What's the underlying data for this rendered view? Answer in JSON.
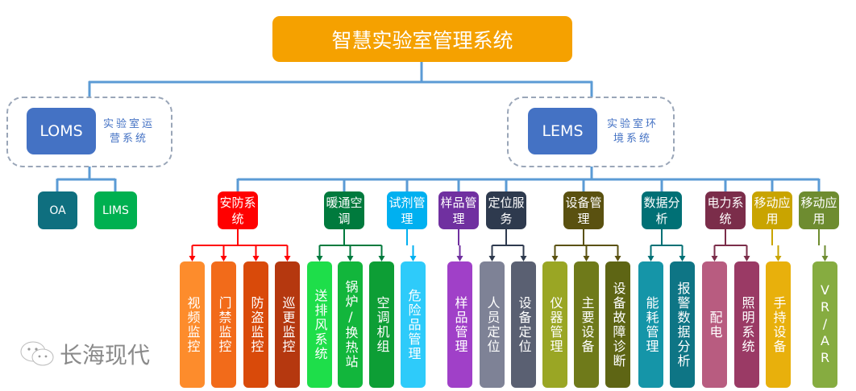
{
  "title": "智慧实验室管理系统",
  "loms": {
    "label": "LOMS",
    "desc": "实验室运营系统",
    "color": "#4472c4",
    "children": [
      {
        "label": "OA",
        "color": "#0f6f7f"
      },
      {
        "label": "LIMS",
        "color": "#00b050"
      }
    ]
  },
  "lems": {
    "label": "LEMS",
    "desc": "实验室环境系统",
    "color": "#4472c4",
    "categories": [
      {
        "label": "安防系统",
        "color": "#ff0000",
        "leaves": [
          {
            "label": "视频监控",
            "color": "#fd8c2c"
          },
          {
            "label": "门禁监控",
            "color": "#f26b1a"
          },
          {
            "label": "防盗监控",
            "color": "#d94a0a"
          },
          {
            "label": "巡更监控",
            "color": "#b5380f"
          }
        ]
      },
      {
        "label": "暖通空调",
        "color": "#007a3d",
        "leaves": [
          {
            "label": "送排风系统",
            "color": "#1ede4a"
          },
          {
            "label": "锅炉/换热站",
            "color": "#12b63c"
          },
          {
            "label": "空调机组",
            "color": "#0d9e35"
          }
        ]
      },
      {
        "label": "试剂管理",
        "color": "#00b0f0",
        "leaves": [
          {
            "label": "危险品管理",
            "color": "#2ecbfa"
          }
        ]
      },
      {
        "label": "样品管理",
        "color": "#7030a0",
        "leaves": [
          {
            "label": "样品管理",
            "color": "#a040c8"
          }
        ]
      },
      {
        "label": "定位服务",
        "color": "#2e3a4e",
        "leaves": [
          {
            "label": "人员定位",
            "color": "#7e8296"
          },
          {
            "label": "设备定位",
            "color": "#5a6072"
          }
        ]
      },
      {
        "label": "设备管理",
        "color": "#5a5110",
        "leaves": [
          {
            "label": "仪器管理",
            "color": "#9aa624"
          },
          {
            "label": "主要设备",
            "color": "#6f7a1a"
          },
          {
            "label": "设备故障诊断",
            "color": "#5e6514"
          }
        ]
      },
      {
        "label": "数据分析",
        "color": "#007075",
        "leaves": [
          {
            "label": "能耗管理",
            "color": "#1595a8"
          },
          {
            "label": "报警数据分析",
            "color": "#0e7585"
          }
        ]
      },
      {
        "label": "电力系统",
        "color": "#7b2d4a",
        "leaves": [
          {
            "label": "配电",
            "color": "#b85c80"
          },
          {
            "label": "照明系统",
            "color": "#9a3a65"
          }
        ]
      },
      {
        "label": "移动应用",
        "color": "#c9a400",
        "leaves": [
          {
            "label": "手持设备",
            "color": "#e8b00c"
          }
        ]
      },
      {
        "label": "移动应用",
        "color": "#6e8c30",
        "leaves": [
          {
            "label": "VR/AR",
            "color": "#86ac40"
          }
        ]
      }
    ]
  },
  "line_color": "#5b9bd5",
  "watermark": "长海现代"
}
